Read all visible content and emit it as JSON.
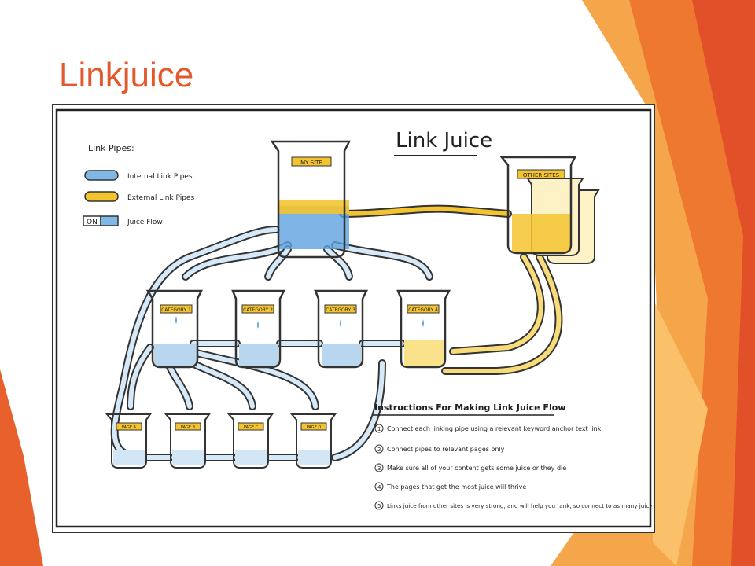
{
  "slide": {
    "title": "Linkjuice"
  },
  "diagram": {
    "title": "Link Juice",
    "legend": {
      "heading": "Link Pipes:",
      "items": [
        {
          "label": "Internal Link Pipes",
          "color": "#7fb8e6"
        },
        {
          "label": "External Link Pipes",
          "color": "#f4c430"
        },
        {
          "label": "Juice Flow",
          "badge": "ON"
        }
      ]
    },
    "beakers": {
      "my_site": "MY SITE",
      "other_sites": "OTHER SITES",
      "categories": [
        "CATEGORY 1",
        "CATEGORY 2",
        "CATEGORY 3",
        "CATEGORY 4"
      ],
      "pages": [
        "PAGE A",
        "PAGE B",
        "PAGE C",
        "PAGE D"
      ]
    },
    "instructions": {
      "heading": "Instructions For Making Link Juice Flow",
      "items": [
        "Connect each linking pipe using a relevant keyword anchor text link",
        "Connect pipes to relevant pages only",
        "Make sure all of your content gets some juice or they die",
        "The pages that get the most juice will thrive",
        "Links juice from other sites is very strong, and will help you rank, so connect to as many juicy sites as you can"
      ]
    },
    "colors": {
      "internal_juice": "#5ea3e0",
      "external_juice": "#f4c430",
      "accent_orange": "#e25a2c"
    }
  }
}
